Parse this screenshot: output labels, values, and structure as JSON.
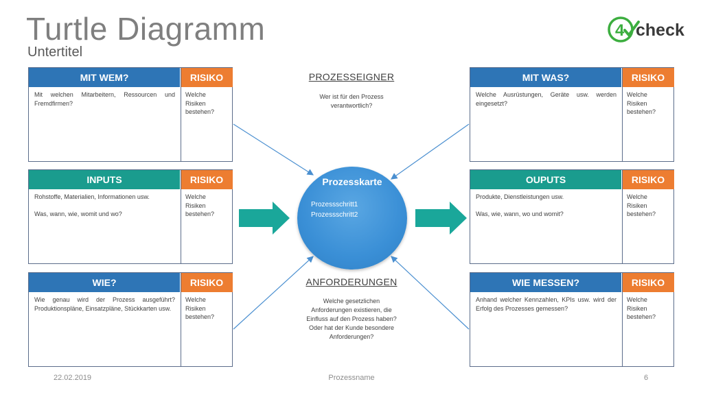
{
  "header": {
    "title": "Turtle Diagramm",
    "subtitle": "Untertitel"
  },
  "logo": {
    "number": "4",
    "word": "check",
    "color_green": "#3cae3f",
    "color_dark": "#3a3a3a"
  },
  "boxes": {
    "mit_wem": {
      "title": "MIT WEM?",
      "risk": "RISIKO",
      "desc": "Mit welchen Mitarbeitern, Ressourcen und Fremdfirmen?",
      "risk_text": "Welche\nRisiken\nbestehen?"
    },
    "inputs": {
      "title": "INPUTS",
      "risk": "RISIKO",
      "desc": "Rohstoffe, Materialien, Informationen usw.\n\nWas, wann, wie, womit und wo?",
      "risk_text": "Welche\nRisiken\nbestehen?"
    },
    "wie": {
      "title": "WIE?",
      "risk": "RISIKO",
      "desc": "Wie genau wird der Prozess ausgeführt? Produktionspläne, Einsatzpläne, Stückkarten usw.",
      "risk_text": "Welche\nRisiken\nbestehen?"
    },
    "mit_was": {
      "title": "MIT WAS?",
      "risk": "RISIKO",
      "desc": "Welche Ausrüstungen, Geräte usw. werden eingesetzt?",
      "risk_text": "Welche\nRisiken\nbestehen?"
    },
    "outputs": {
      "title": "OUPUTS",
      "risk": "RISIKO",
      "desc": "Produkte, Dienstleistungen usw.\n\nWas, wie, wann, wo und womit?",
      "risk_text": "Welche\nRisiken\nbestehen?"
    },
    "wie_messen": {
      "title": "WIE MESSEN?",
      "risk": "RISIKO",
      "desc": "Anhand welcher Kennzahlen, KPIs usw. wird der Erfolg des Prozesses gemessen?",
      "risk_text": "Welche\nRisiken\nbestehen?"
    }
  },
  "center": {
    "owner_label": "PROZESSEIGNER",
    "owner_text": "Wer ist für den Prozess\nverantwortlich?",
    "card_title": "Prozesskarte",
    "steps": [
      "Prozessschritt1",
      "Prozessschritt2"
    ],
    "requirements_label": "ANFORDERUNGEN",
    "requirements_text": "Welche gesetzlichen\nAnforderungen existieren, die\nEinfluss auf den Prozess haben?\nOder hat der Kunde besondere\nAnforderungen?"
  },
  "footer": {
    "date": "22.02.2019",
    "name": "Prozessname",
    "page": "6"
  },
  "colors": {
    "header_blue": "#2e75b6",
    "header_teal": "#1a9c8e",
    "risk_orange": "#ed7d31",
    "arrow_teal": "#1aa79a",
    "connector_blue": "#4a8fd0"
  }
}
